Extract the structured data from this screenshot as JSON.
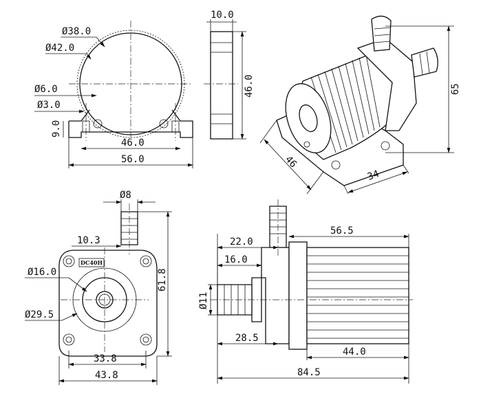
{
  "views": {
    "front_top": {
      "dims": {
        "d38": "Ø38.0",
        "d42": "Ø42.0",
        "d6": "Ø6.0",
        "d3": "Ø3.0",
        "h9": "9.0",
        "w46": "46.0",
        "w56": "56.0"
      }
    },
    "side_top": {
      "dims": {
        "w10": "10.0",
        "h46": "46.0"
      }
    },
    "iso": {
      "dims": {
        "h65": "65",
        "d46": "46",
        "d34": "34"
      }
    },
    "front_bottom": {
      "brand": "DC40H",
      "dims": {
        "d8": "Ø8",
        "o103": "10.3",
        "d16": "Ø16.0",
        "d295": "Ø29.5",
        "h618": "61.8",
        "w338": "33.8",
        "w438": "43.8"
      }
    },
    "side_bottom": {
      "dims": {
        "w220": "22.0",
        "w160": "16.0",
        "d11": "Ø11",
        "w565": "56.5",
        "w285": "28.5",
        "w440": "44.0",
        "w845": "84.5"
      }
    }
  }
}
